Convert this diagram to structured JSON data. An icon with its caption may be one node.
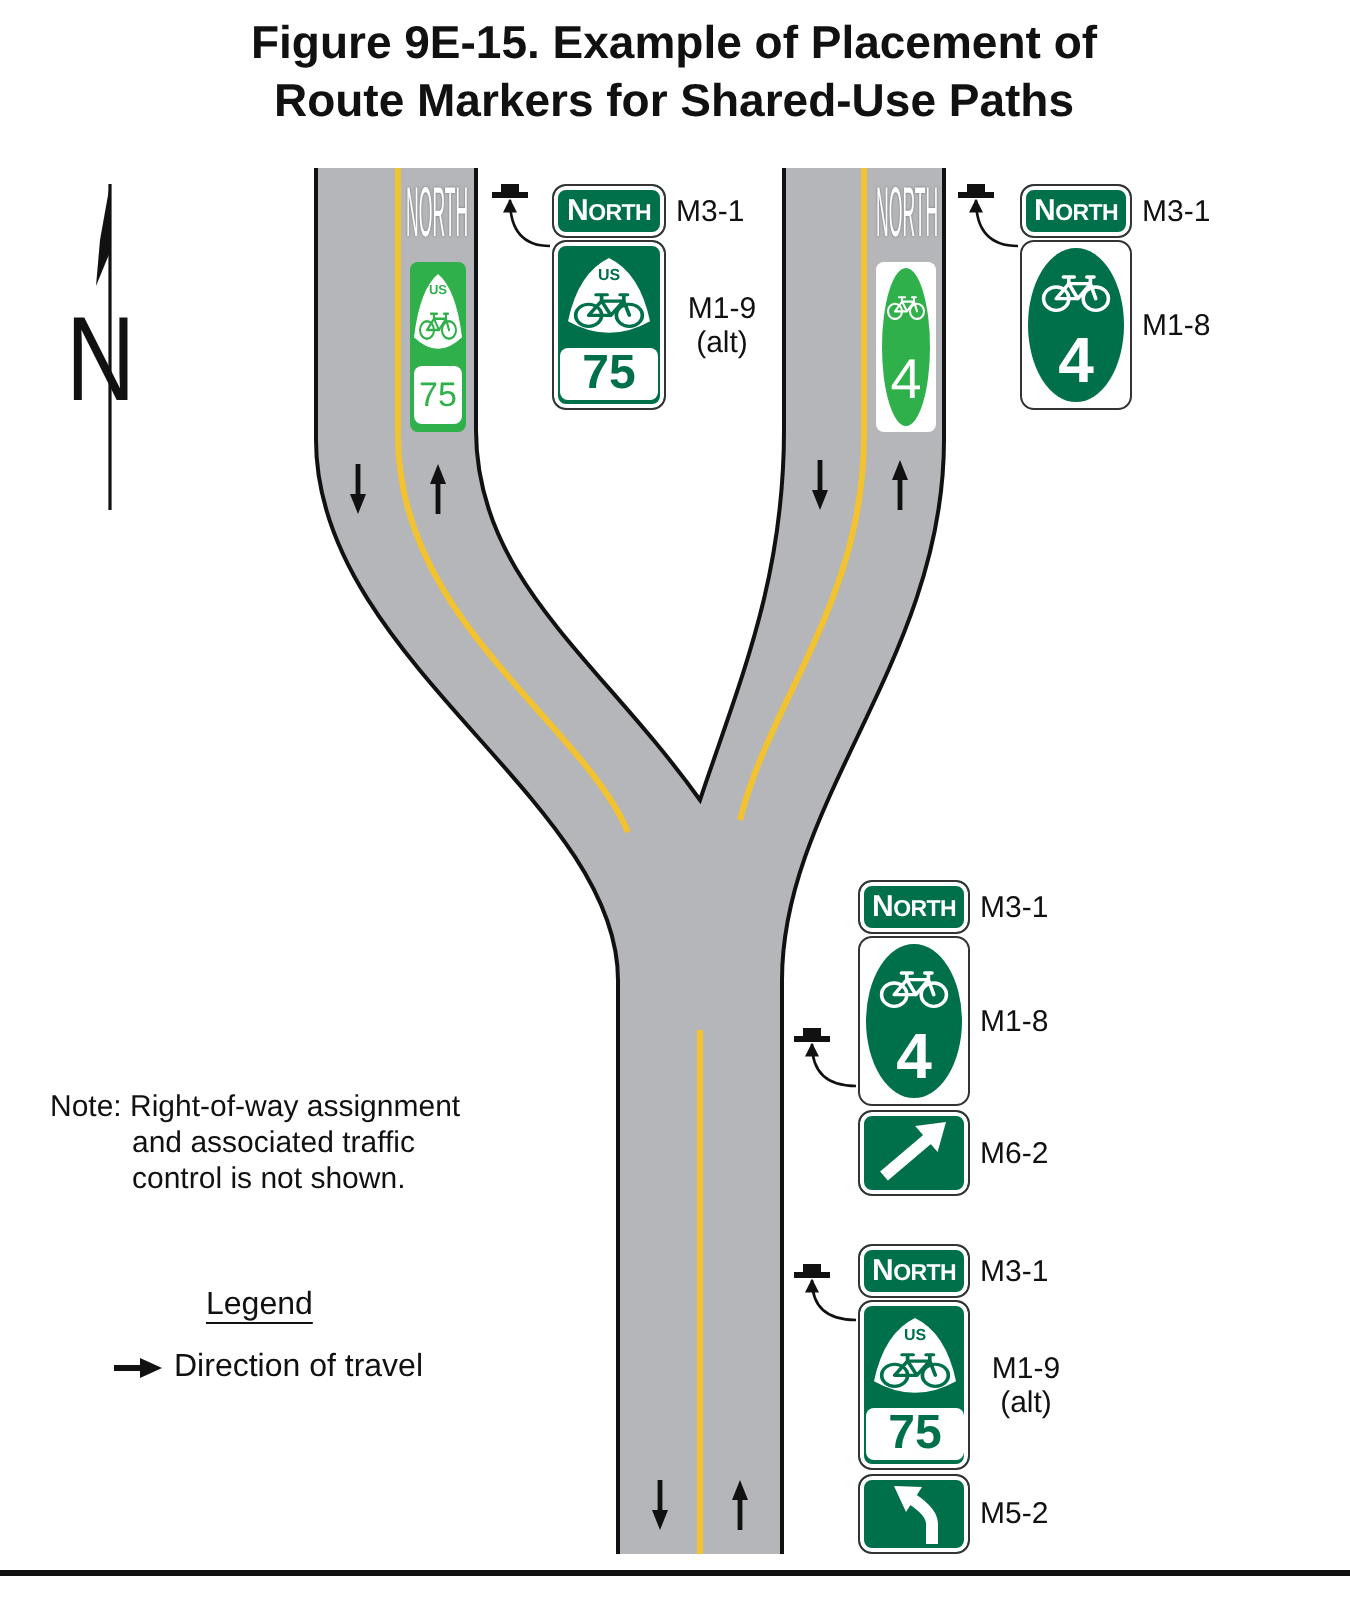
{
  "diagram": {
    "title": "Figure 9E-15. Example of Placement of Route Markers for Shared-Use Paths",
    "nodes": [
      {
        "text": [
          "US",
          "75"
        ]
      },
      {
        "text": [],
        "shape": "bar"
      },
      {
        "text": [
          "NORTH"
        ],
        "beside": [
          "M3-1"
        ]
      },
      {
        "text": [
          "US",
          "75"
        ],
        "beside": [
          "M1-9 (alt)"
        ]
      },
      {
        "text": [
          "4"
        ]
      },
      {
        "text": [],
        "shape": "bar"
      },
      {
        "text": [
          "NORTH"
        ],
        "beside": [
          "M3-1"
        ]
      },
      {
        "text": [
          "4"
        ],
        "beside": [
          "M1-8"
        ]
      },
      {
        "text": [
          "NORTH"
        ],
        "beside": [
          "M3-1"
        ]
      },
      {
        "text": [
          "4"
        ],
        "beside": [
          "M1-8"
        ]
      },
      {
        "text": [],
        "shape": "bar"
      },
      {
        "text": [],
        "shape": "box",
        "beside": [
          "M6-2"
        ]
      },
      {
        "text": [],
        "shape": "bar"
      },
      {
        "text": [
          "NORTH"
        ],
        "beside": [
          "M3-1"
        ]
      },
      {
        "text": [
          "US",
          "75"
        ],
        "beside": [
          "M1-9 (alt)"
        ]
      },
      {
        "text": [],
        "shape": "box",
        "beside": [
          "M5-2"
        ]
      }
    ],
    "edges": [
      {
        "from": 3,
        "to": 1,
        "arrow": "to"
      },
      {
        "from": 7,
        "to": 5,
        "arrow": "to"
      },
      {
        "from": 9,
        "to": 10,
        "arrow": "to"
      },
      {
        "from": 14,
        "to": 12,
        "arrow": "to"
      }
    ],
    "labels": [
      "NORTH",
      "NORTH",
      "N",
      "Note: Right-of-way assignment and associated traffic control is not shown.",
      "Legend"
    ],
    "legend": [
      {
        "text": "Direction of travel"
      }
    ]
  }
}
